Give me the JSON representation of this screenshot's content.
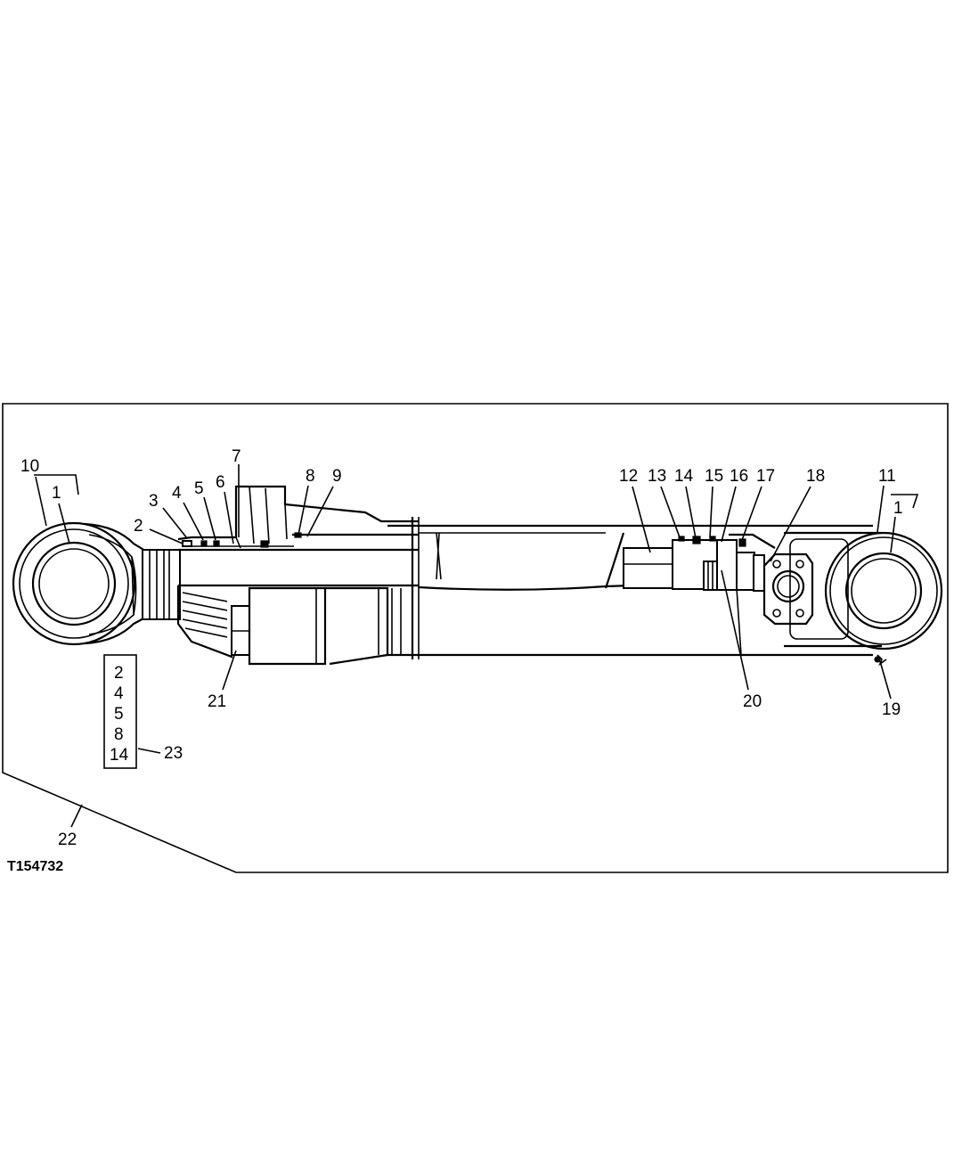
{
  "figure": {
    "id": "T154732",
    "callouts": {
      "c1a": "1",
      "c1b": "1",
      "c2": "2",
      "c3": "3",
      "c4": "4",
      "c5": "5",
      "c6": "6",
      "c7": "7",
      "c8": "8",
      "c9": "9",
      "c10": "10",
      "c11": "11",
      "c12": "12",
      "c13": "13",
      "c14": "14",
      "c15": "15",
      "c16": "16",
      "c17": "17",
      "c18": "18",
      "c19": "19",
      "c20": "20",
      "c21": "21",
      "c22": "22",
      "c23": "23"
    },
    "kit_box": {
      "items": [
        "2",
        "4",
        "5",
        "8",
        "14"
      ]
    }
  }
}
